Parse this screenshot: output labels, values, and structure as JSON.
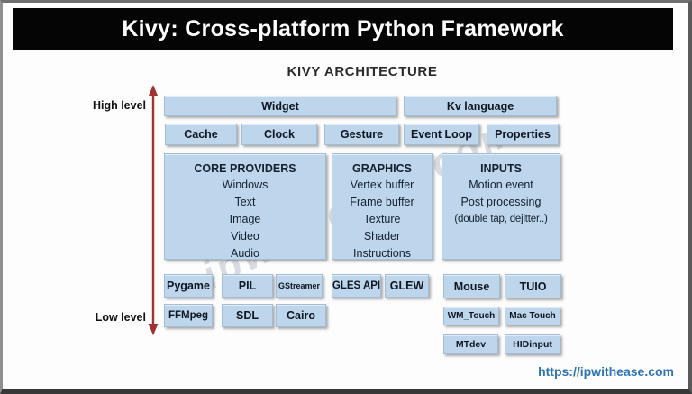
{
  "header": {
    "title": "Kivy: Cross-platform Python Framework"
  },
  "diagram": {
    "heading": "KIVY ARCHITECTURE",
    "axis": {
      "high_label": "High level",
      "low_label": "Low level"
    },
    "row1": {
      "widget": "Widget",
      "kv_language": "Kv language"
    },
    "row2": {
      "cache": "Cache",
      "clock": "Clock",
      "gesture": "Gesture",
      "event_loop": "Event Loop",
      "properties": "Properties"
    },
    "providers": {
      "core": {
        "title": "CORE PROVIDERS",
        "items": [
          "Windows",
          "Text",
          "Image",
          "Video",
          "Audio"
        ]
      },
      "graphics": {
        "title": "GRAPHICS",
        "items": [
          "Vertex buffer",
          "Frame buffer",
          "Texture",
          "Shader",
          "Instructions"
        ]
      },
      "inputs": {
        "title": "INPUTS",
        "items": [
          "Motion event",
          "Post processing",
          "(double tap, dejitter..)"
        ]
      }
    },
    "low": {
      "row1": {
        "pygame": "Pygame",
        "pil": "PIL",
        "gstreamer": "GStreamer",
        "gles_api": "GLES API",
        "glew": "GLEW"
      },
      "row2": {
        "ffmpeg": "FFMpeg",
        "sdl": "SDL",
        "cairo": "Cairo"
      },
      "inputs_grid": {
        "mouse": "Mouse",
        "tuio": "TUIO",
        "wm_touch": "WM_Touch",
        "mac_touch": "Mac Touch",
        "mtdev": "MTdev",
        "hidinput": "HIDinput"
      }
    }
  },
  "watermark": "ipwithease.com",
  "footer": {
    "url": "https://ipwithease.com"
  },
  "colors": {
    "box_fill": "#bdd6ec",
    "box_border": "#a3bdd6",
    "arrow_red": "#a03232",
    "link_blue": "#2e74b5",
    "title_bg": "#000000",
    "title_fg": "#ffffff"
  }
}
